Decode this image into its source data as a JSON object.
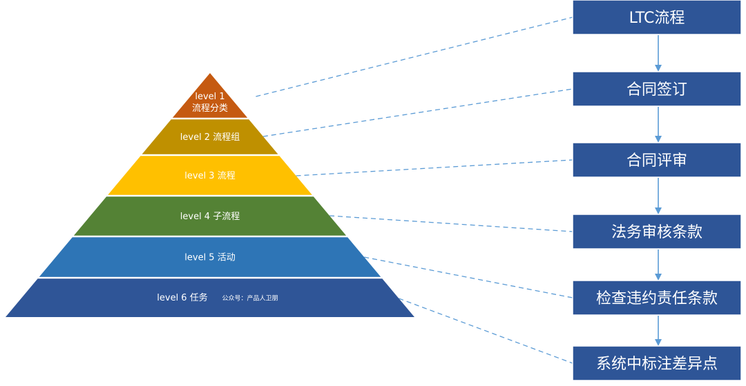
{
  "pyramid": {
    "tiers": [
      {
        "lines": [
          "level 1",
          "流程分类"
        ],
        "color": "#c55a11"
      },
      {
        "lines": [
          "level 2 流程组"
        ],
        "color": "#bf9000"
      },
      {
        "lines": [
          "level 3 流程"
        ],
        "color": "#ffc000"
      },
      {
        "lines": [
          "level 4 子流程"
        ],
        "color": "#548235"
      },
      {
        "lines": [
          "level 5 活动"
        ],
        "color": "#2e75b6"
      },
      {
        "lines": [
          "level 6 任务"
        ],
        "note": "公众号：产品人卫朋",
        "color": "#2f5597"
      }
    ]
  },
  "process": {
    "steps": [
      "LTC流程",
      "合同签订",
      "合同评审",
      "法务审核条款",
      "检查违约责任条款",
      "系统中标注差异点"
    ],
    "box_color": "#2e5597",
    "connector_color": "#5b9bd5"
  }
}
